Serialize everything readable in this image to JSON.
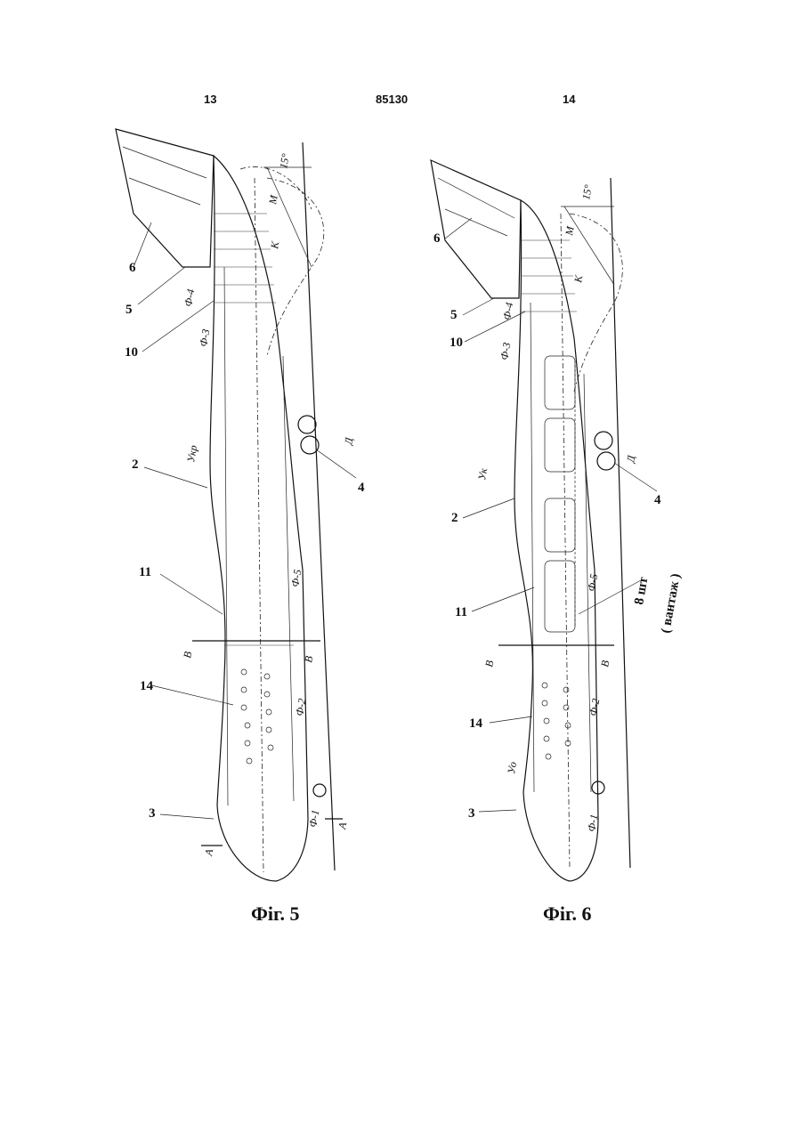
{
  "header": {
    "page_left": "13",
    "patent_number": "85130",
    "page_right": "14"
  },
  "fig5": {
    "caption": "Фіг. 5",
    "labels": [
      "6",
      "5",
      "10",
      "2",
      "11",
      "14",
      "3",
      "4"
    ],
    "marks": [
      "Ф-4",
      "Ф-3",
      "Укр",
      "Ф-5",
      "Ф-2",
      "Ф-1",
      "А",
      "А",
      "В",
      "В",
      "15°",
      "М",
      "К",
      "Д"
    ]
  },
  "fig6": {
    "caption": "Фіг. 6",
    "labels": [
      "6",
      "5",
      "10",
      "2",
      "11",
      "14",
      "3",
      "4"
    ],
    "marks": [
      "Ф-4",
      "Ф-3",
      "Ук",
      "Ф-5",
      "Ф-2",
      "Ф-1",
      "В",
      "В",
      "15°",
      "М",
      "К",
      "Д",
      "Уо"
    ],
    "note_count": "8 шт",
    "note_cargo": "( вантаж )"
  }
}
